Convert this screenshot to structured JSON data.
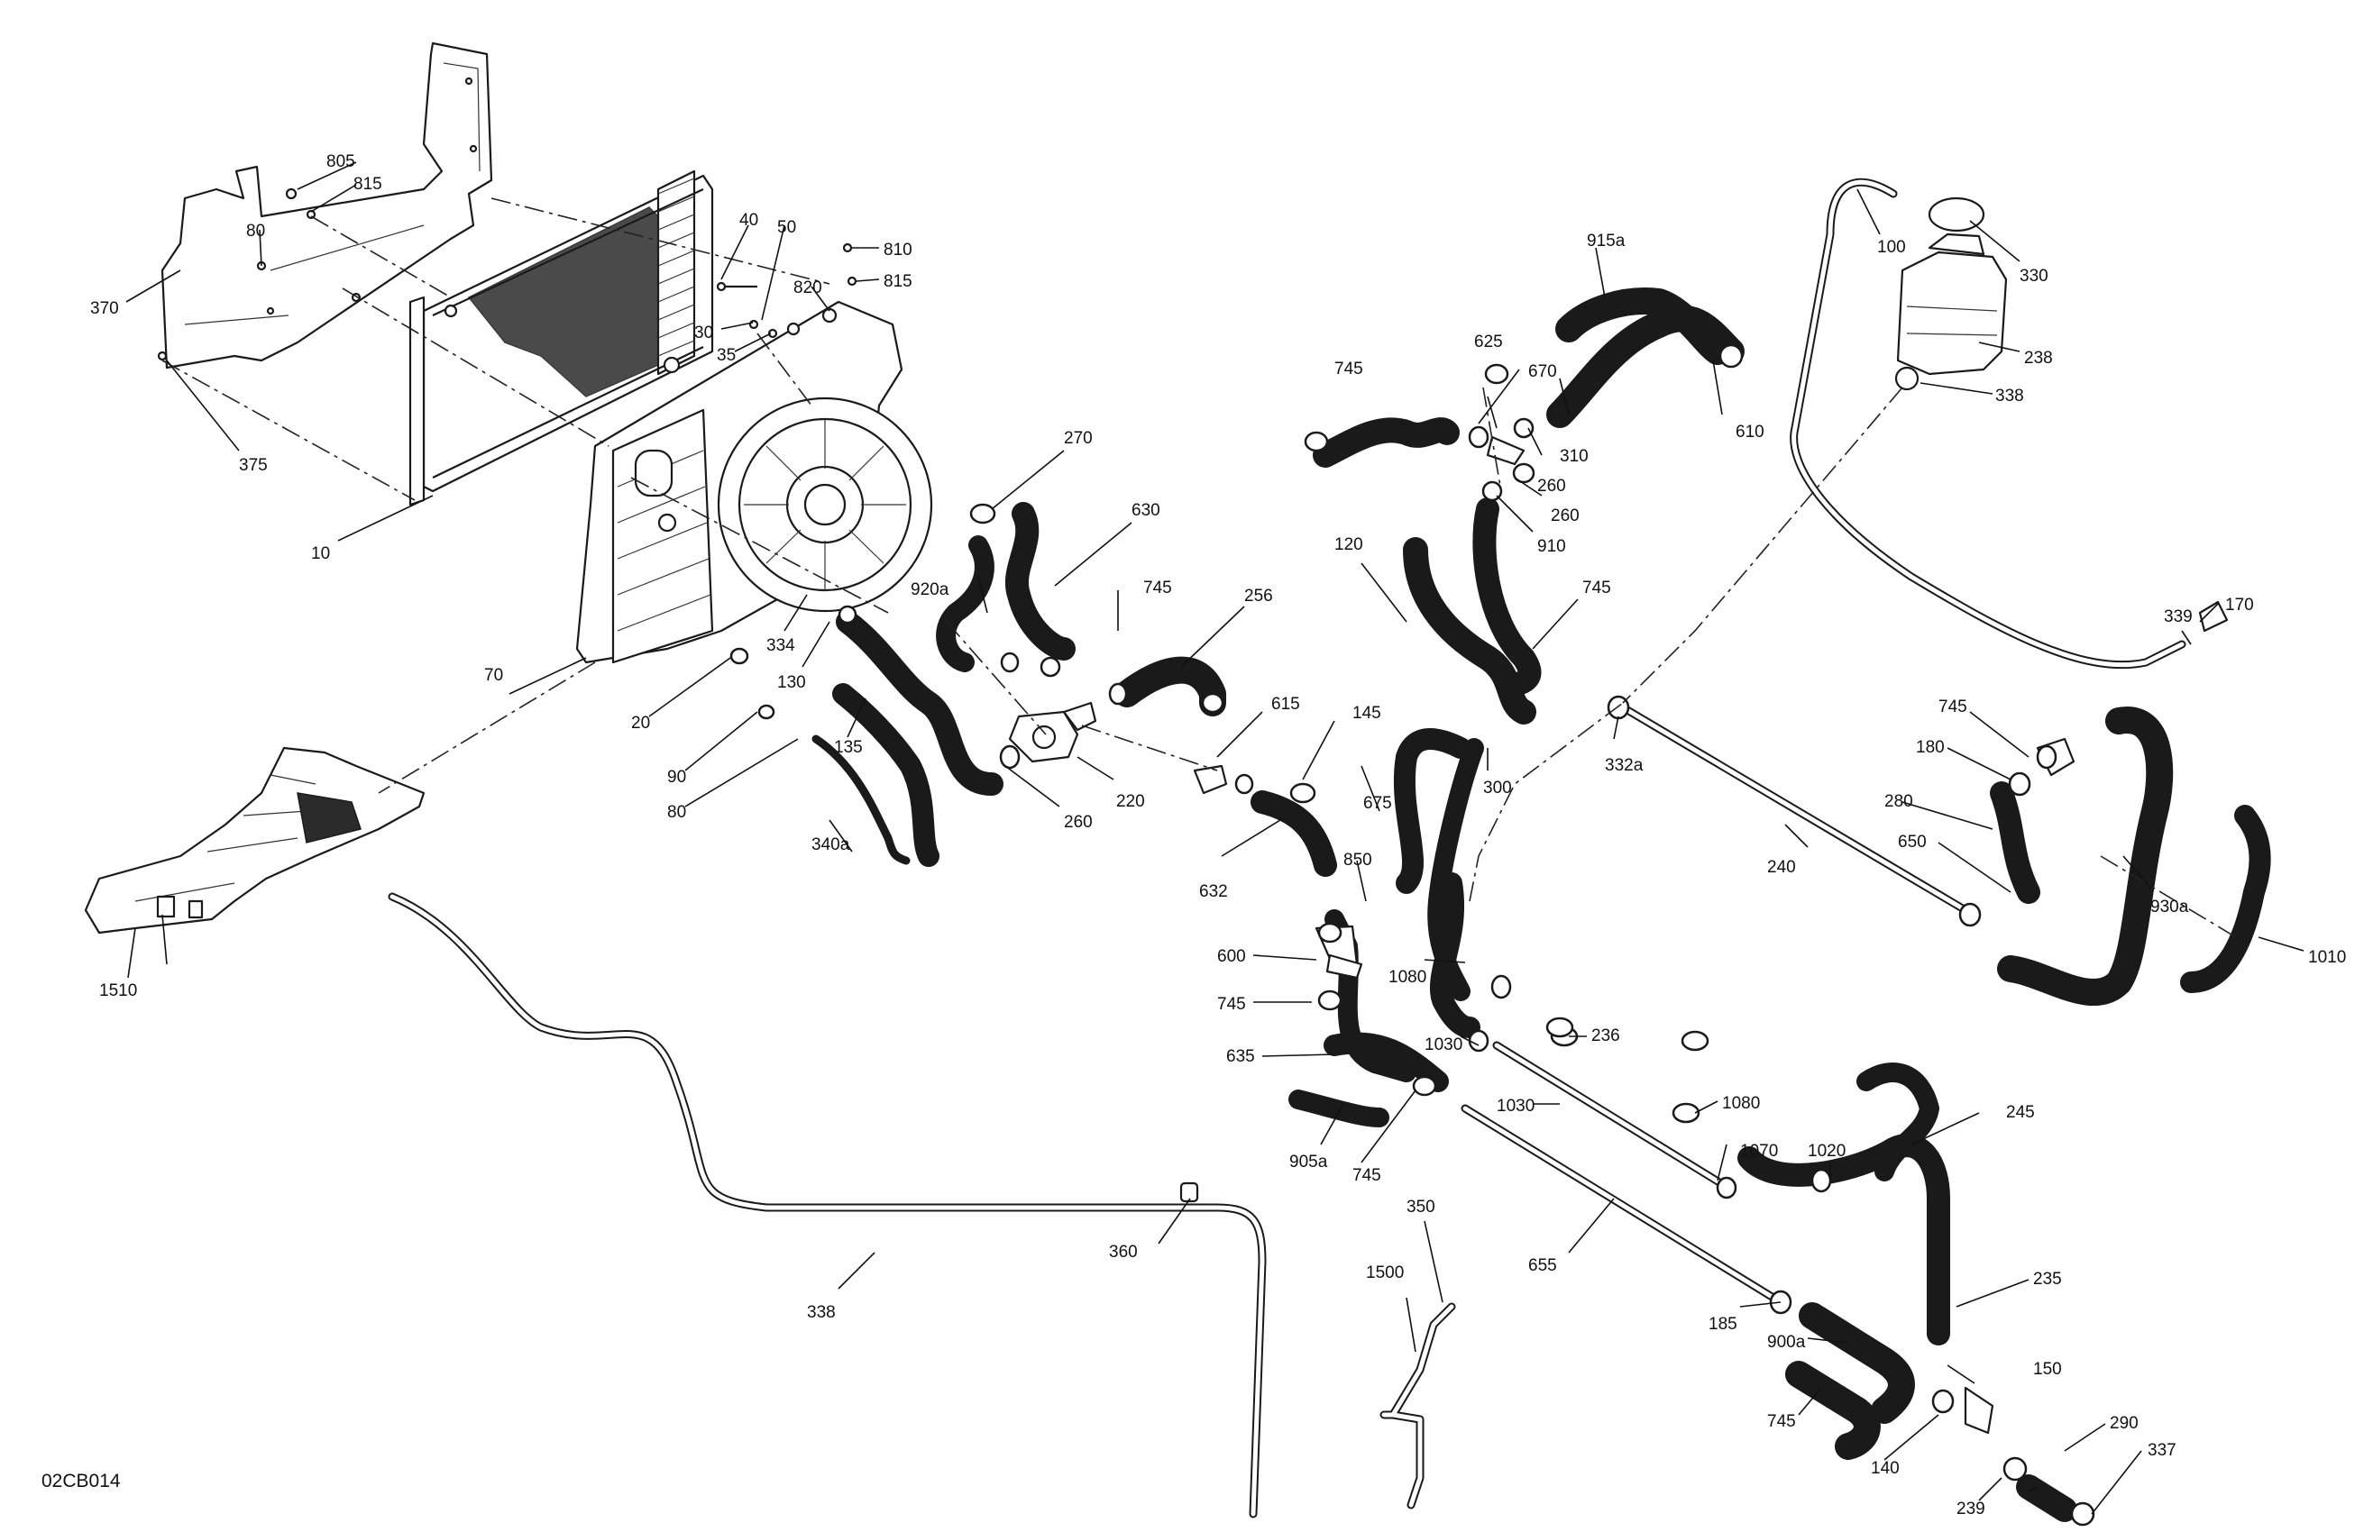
{
  "diagram": {
    "reference_code": "02CB014",
    "callouts": [
      "805",
      "815",
      "80",
      "370",
      "375",
      "10",
      "40",
      "50",
      "30",
      "35",
      "820",
      "810",
      "815",
      "70",
      "20",
      "90",
      "80",
      "334",
      "130",
      "135",
      "340a",
      "270",
      "630",
      "920a",
      "745",
      "256",
      "220",
      "260",
      "615",
      "145",
      "632",
      "675",
      "300",
      "850",
      "600",
      "745",
      "635",
      "905a",
      "745",
      "915a",
      "625",
      "745",
      "670",
      "310",
      "610",
      "260",
      "260",
      "910",
      "120",
      "745",
      "332a",
      "100",
      "330",
      "238",
      "338",
      "339",
      "170",
      "745",
      "180",
      "280",
      "650",
      "240",
      "930a",
      "1010",
      "1080",
      "1030",
      "236",
      "1030",
      "1080",
      "1070",
      "1020",
      "245",
      "655",
      "185",
      "900a",
      "745",
      "140",
      "239",
      "235",
      "150",
      "290",
      "337",
      "338",
      "360",
      "350",
      "1500",
      "1510"
    ]
  }
}
